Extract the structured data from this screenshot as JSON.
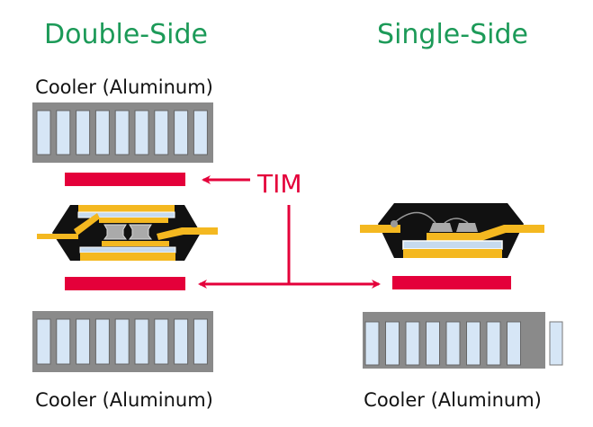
{
  "titles": {
    "left": "Double-Side",
    "right": "Single-Side"
  },
  "labels": {
    "top_left_cooler": "Cooler (Aluminum)",
    "bottom_left_cooler": "Cooler (Aluminum)",
    "bottom_right_cooler": "Cooler (Aluminum)",
    "tim": "TIM"
  },
  "colors": {
    "title": "#1c9a58",
    "tim": "#e4003a",
    "lead": "#f4b820",
    "cooler": "#8a8a8a",
    "fin": "#d6e6f6",
    "mold": "#111111"
  }
}
